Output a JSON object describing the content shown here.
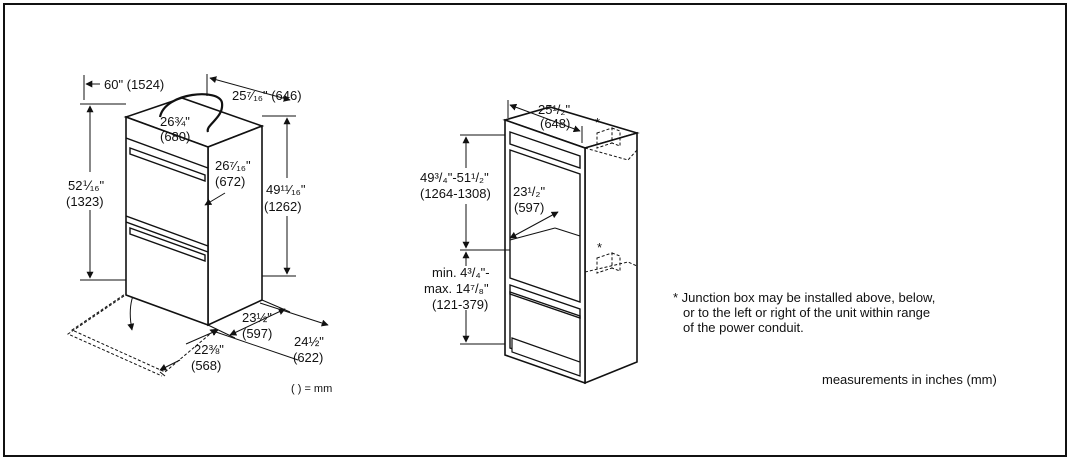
{
  "oven": {
    "cord_length": "60\" (1524)",
    "depth_overall": "25⁷⁄₁₆\" (646)",
    "width_top_in": "26¾\"",
    "width_top_mm": "(680)",
    "width_face_in": "26⁷⁄₁₆\"",
    "width_face_mm": "(672)",
    "height_overall_in": "52⅟₁₆\"",
    "height_overall_mm": "(1323)",
    "height_body_in": "49¹¹⁄₁₆\"",
    "height_body_mm": "(1262)",
    "side_depth_in": "23½\"",
    "side_depth_mm": "(597)",
    "depth_total_in": "24½\"",
    "depth_total_mm": "(622)",
    "door_swing_in": "22⅜\"",
    "door_swing_mm": "(568)",
    "unit_note": "( ) = mm"
  },
  "cabinet": {
    "width_in": "25¹/₂\"",
    "width_mm": "(648)",
    "cutout_height_in": "49³/₄\"-51¹/₂\"",
    "cutout_height_mm": "(1264-1308)",
    "depth_in": "23¹/₂\"",
    "depth_mm": "(597)",
    "base_line1": "min. 4³/₄\"-",
    "base_line2": "max. 14⁷/₈\"",
    "base_line3": "(121-379)",
    "asterisk_top": "*",
    "asterisk_bottom": "*"
  },
  "notes": {
    "junction_line1": "* Junction box may be installed above, below,",
    "junction_line2": "or to the left or right of the unit within range",
    "junction_line3": "of the power conduit.",
    "measurements": "measurements in inches (mm)"
  }
}
